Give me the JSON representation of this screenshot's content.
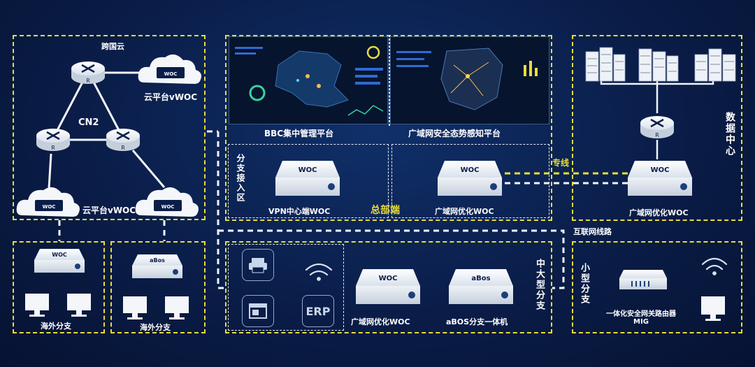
{
  "zones": {
    "cloud": {
      "title": "跨国云",
      "core_label": "CN2",
      "router_label": "R",
      "vwoc_top": "云平台vWOC",
      "vwoc_bottom": "云平台vWOC",
      "device_label": "WOC"
    },
    "overseas": {
      "left_label": "海外分支",
      "right_label": "海外分支",
      "left_device": "WOC",
      "right_device": "aBos"
    },
    "platforms": {
      "bbc_label": "BBC集中管理平台",
      "awareness_label": "广域网安全态势感知平台"
    },
    "hq": {
      "access_zone": "分支接入区",
      "vpn_woc": "VPN中心端WOC",
      "hq_label": "总部端",
      "wan_woc": "广域网优化WOC",
      "device_label": "WOC"
    },
    "datacenter": {
      "title": "数据中心",
      "woc": "广域网优化WOC",
      "device_label": "WOC",
      "router_label": "R"
    },
    "lines": {
      "private_line": "专线",
      "internet_line": "互联网线路"
    },
    "china_branch": {
      "title": "中大型分支",
      "woc": "广域网优化WOC",
      "abos": "aBOS分支一体机",
      "erp": "ERP",
      "device_woc": "WOC",
      "device_abos": "aBos"
    },
    "small_branch": {
      "title": "小型分支",
      "mig": "一体化安全网关路由器 MIG"
    }
  },
  "colors": {
    "zone_border": "#e8dc3a",
    "line_white": "#f2f4f8",
    "line_yellow": "#e8dc3a",
    "background": "#0a1d48"
  }
}
